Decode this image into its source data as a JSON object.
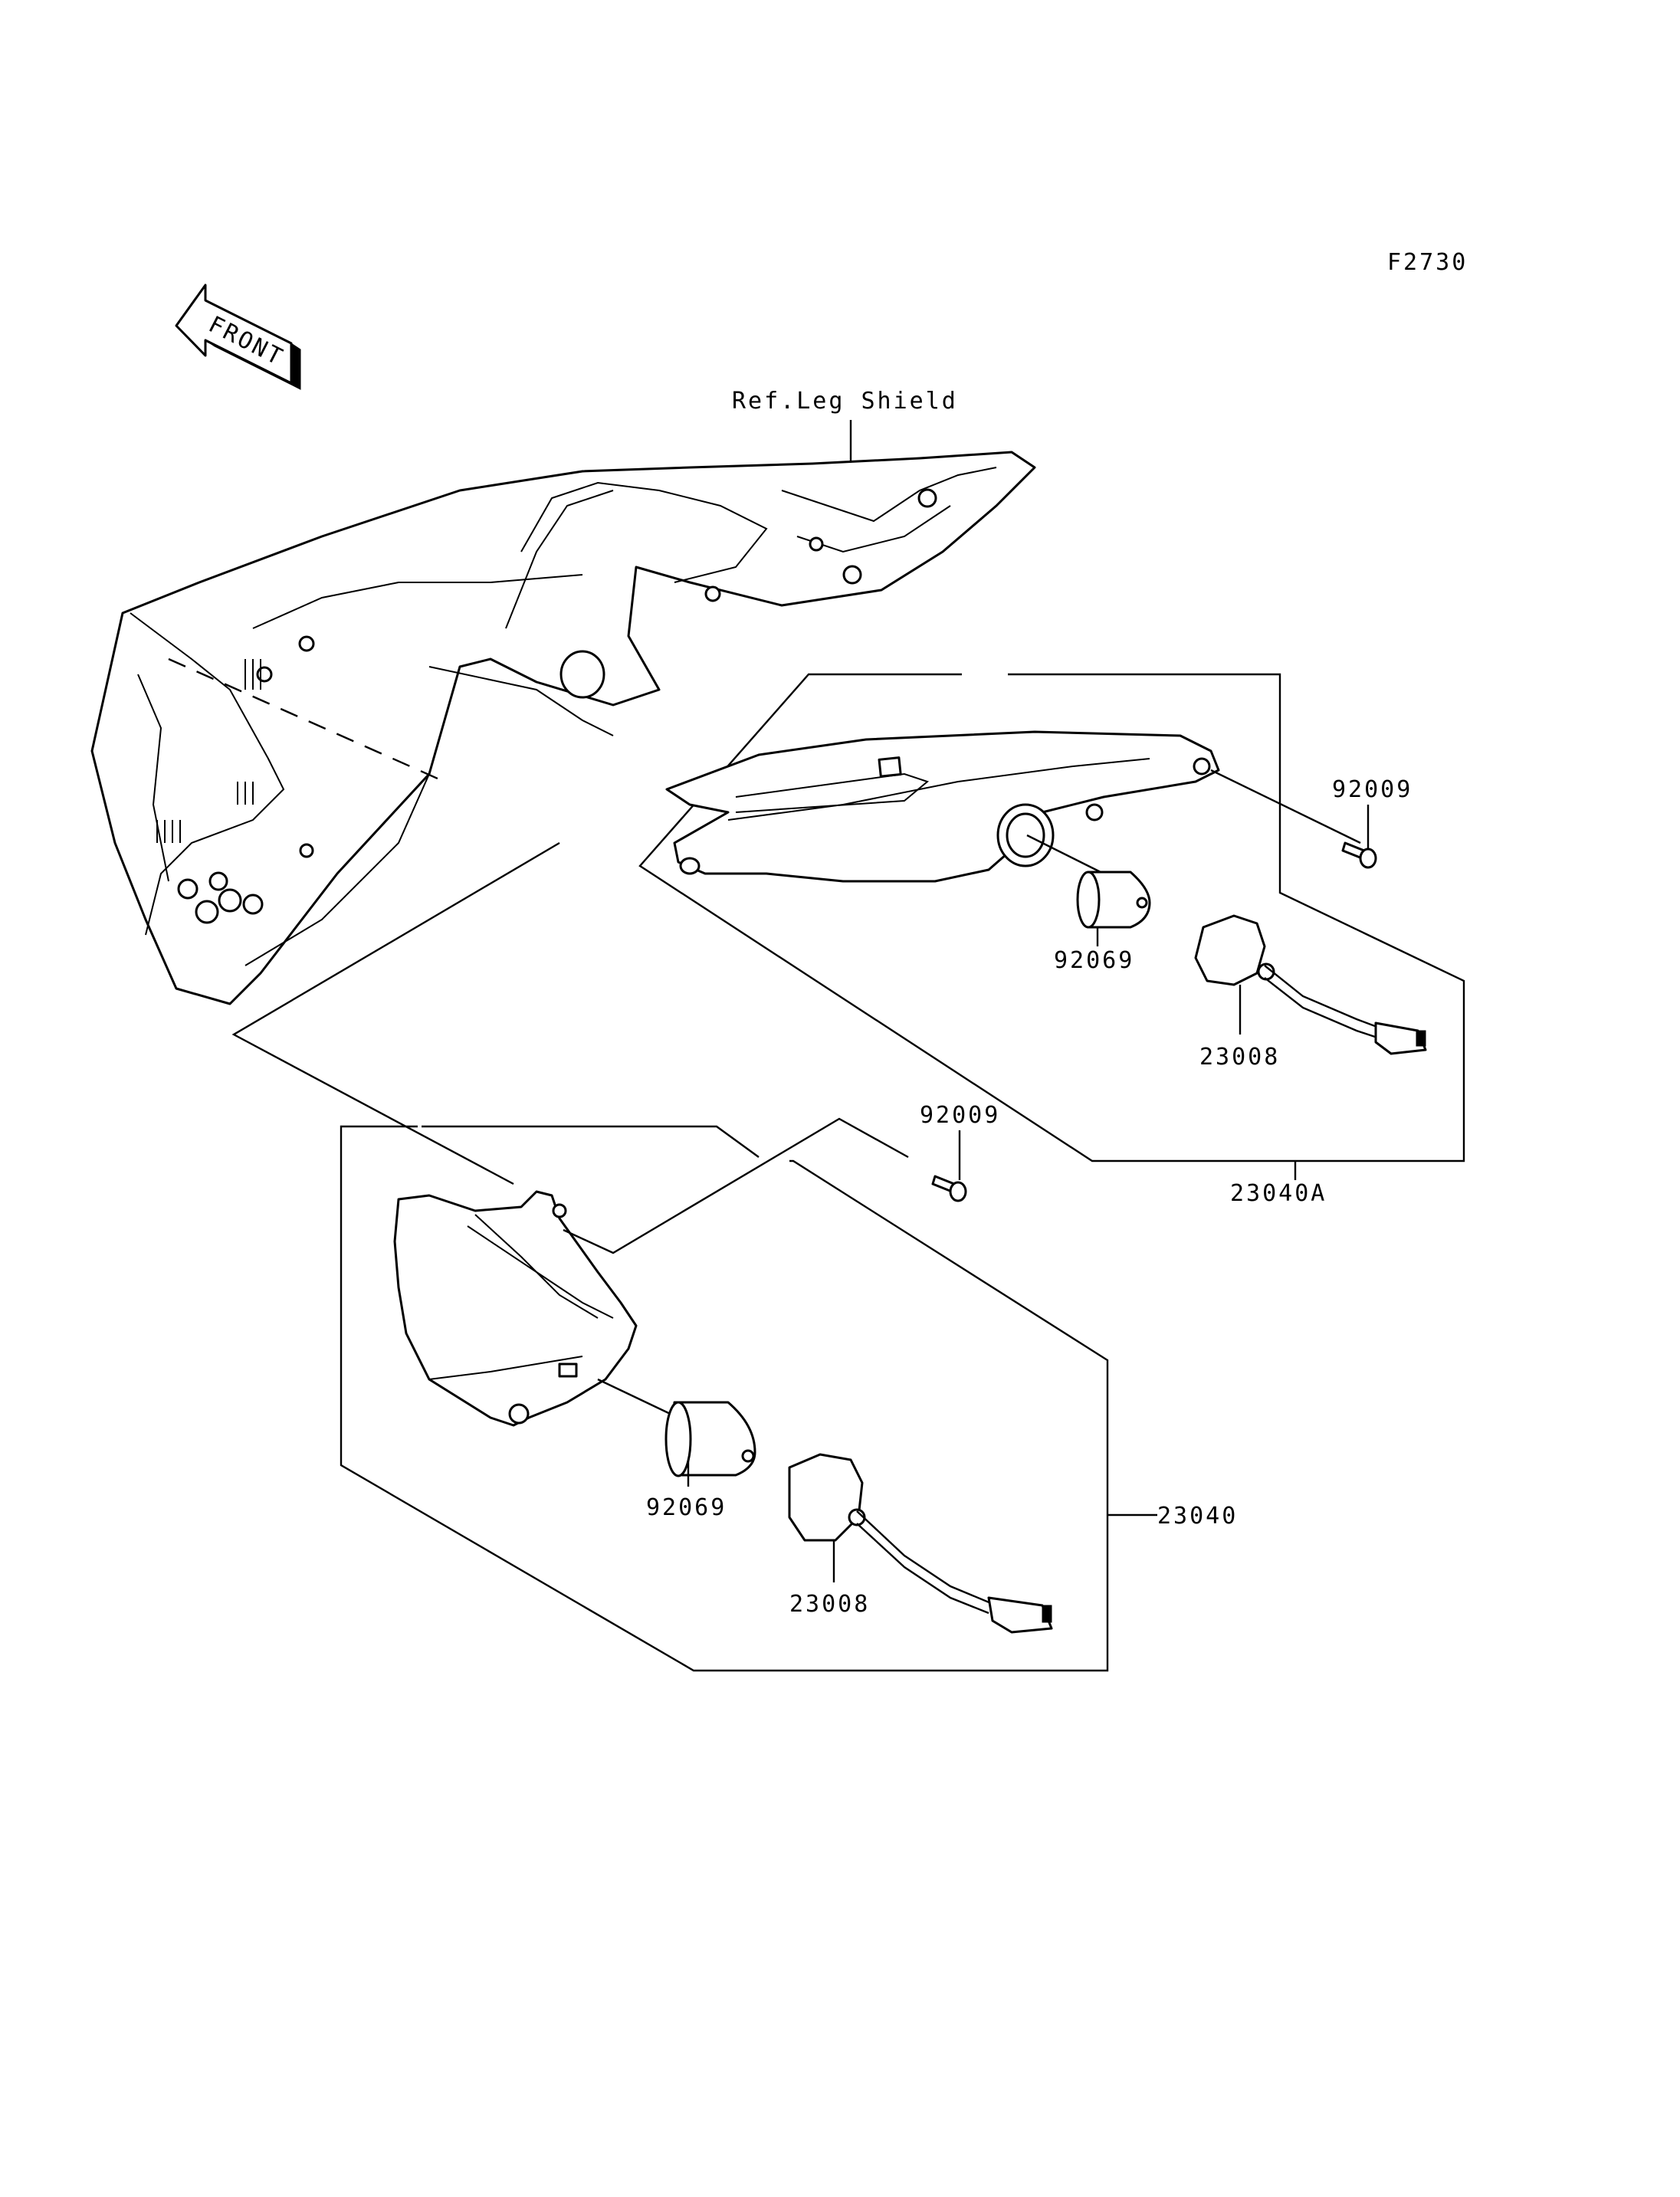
{
  "figure_code": "F2730",
  "front_arrow_label": "FRONT",
  "reference_label": "Ref.Leg Shield",
  "callouts": {
    "upper_screw": "92009",
    "upper_bulb": "92069",
    "upper_socket": "23008",
    "upper_assembly": "23040A",
    "lower_screw": "92009",
    "lower_bulb": "92069",
    "lower_socket": "23008",
    "lower_assembly": "23040"
  }
}
